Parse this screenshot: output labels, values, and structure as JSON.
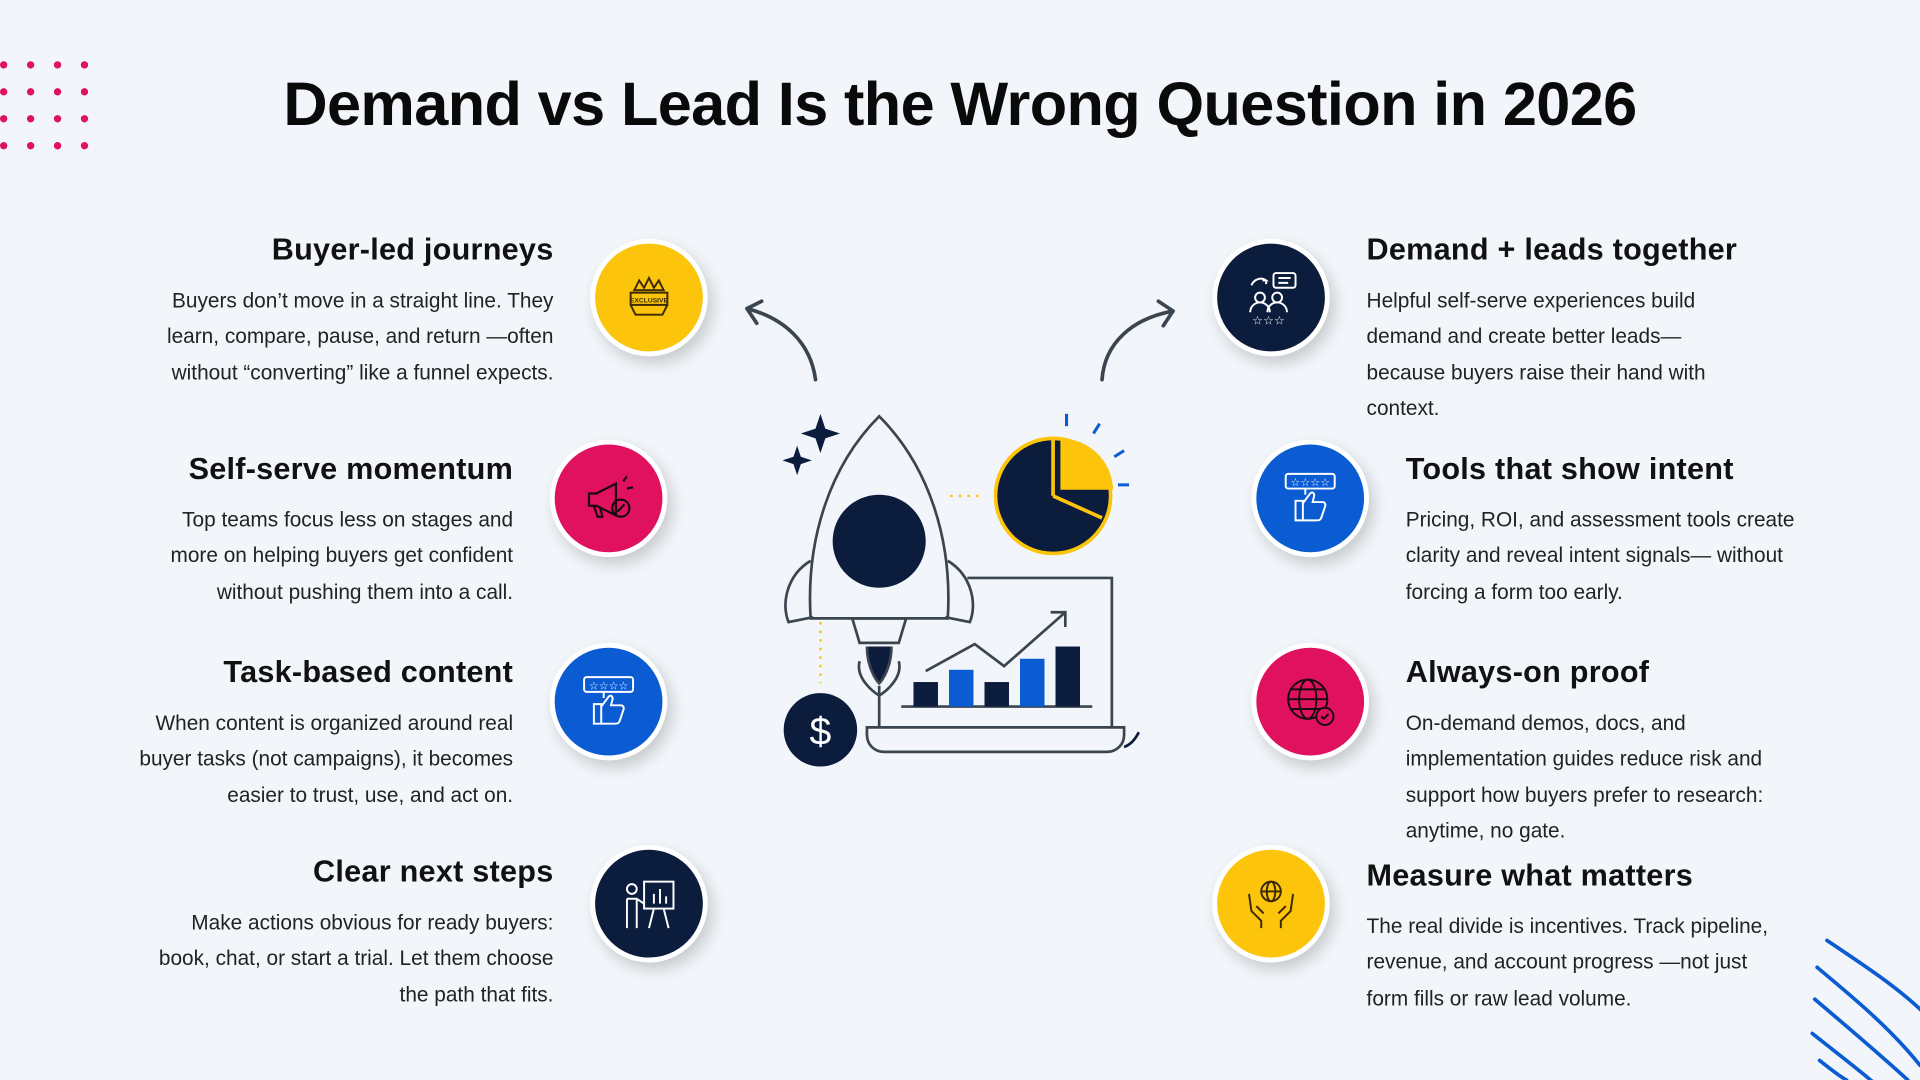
{
  "title": "Demand vs Lead Is the Wrong Question in 2026",
  "colors": {
    "yellow": "#fcc40a",
    "pink": "#e0115f",
    "blue": "#0b5bd3",
    "navy": "#0b1c3d",
    "background": "#f2f6fa"
  },
  "left_items": [
    {
      "heading": "Buyer-led journeys",
      "body": "Buyers don’t move in a straight line. They learn, compare, pause, and return —often without “converting” like a funnel expects.",
      "icon": "exclusive-crown-badge-icon",
      "icon_text": "EXCLUSIVE"
    },
    {
      "heading": "Self-serve momentum",
      "body": "Top teams focus less on stages and more on helping buyers get confident without pushing them into a call.",
      "icon": "megaphone-percent-icon"
    },
    {
      "heading": "Task-based content",
      "body": "When content is organized around real buyer tasks (not campaigns), it becomes easier to trust, use, and act on.",
      "icon": "thumbs-up-rating-icon"
    },
    {
      "heading": "Clear next steps",
      "body": "Make actions obvious for ready buyers: book, chat, or start a trial. Let them choose the path that fits.",
      "icon": "presenter-board-icon"
    }
  ],
  "right_items": [
    {
      "heading": "Demand + leads together",
      "body": "Helpful self-serve experiences build demand and create better leads— because buyers raise their hand with context.",
      "icon": "people-review-stars-icon"
    },
    {
      "heading": "Tools that show intent",
      "body": "Pricing, ROI, and assessment tools create clarity and reveal intent signals— without forcing a form too early.",
      "icon": "thumbs-up-rating-icon"
    },
    {
      "heading": "Always-on proof",
      "body": "On-demand demos, docs, and implementation guides reduce risk and support how buyers prefer to research: anytime, no gate.",
      "icon": "globe-check-icon"
    },
    {
      "heading": "Measure what matters",
      "body": "The real divide is incentives. Track pipeline, revenue, and account progress —not just form fills or raw lead volume.",
      "icon": "hands-globe-icon"
    }
  ],
  "center": {
    "icon": "rocket-growth-illustration",
    "dollar_symbol": "$"
  }
}
